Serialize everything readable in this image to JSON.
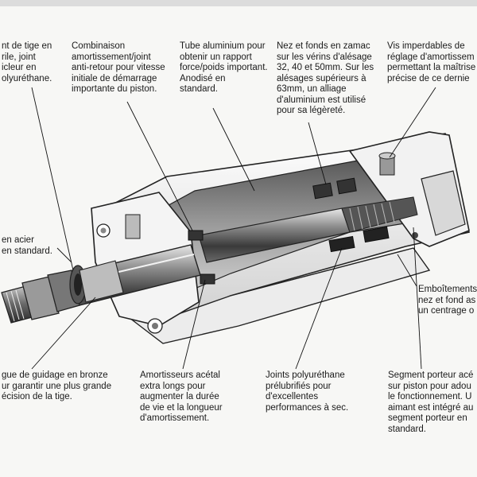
{
  "labels": {
    "tige": "nt de tige en\nrile, joint\nicleur en\nolyuréthane.",
    "combinaison": "Combinaison\namortissement/joint\nanti-retour pour vitesse\ninitiale de démarrage\nimportante du piston.",
    "tube": "Tube aluminium pour\nobtenir un rapport\nforce/poids important.\nAnodisé en\nstandard.",
    "nez": "Nez et fonds en zamac\nsur les vérins d'alésage\n32, 40 et 50mm. Sur les\nalésages supérieurs à\n63mm, un alliage\nd'aluminium est utilisé\npour sa légèreté.",
    "vis": "Vis imperdables de\nréglage d'amortissem\npermettant la maîtrise\nprécise de ce dernie",
    "acier": "en acier\nen standard.",
    "emboitements": "Emboîtements\nnez et fond as\nun centrage o",
    "bague": "gue de guidage en bronze\nur garantir une plus grande\nécision de la tige.",
    "amortisseurs": "Amortisseurs acétal\nextra longs pour\naugmenter la durée\nde vie et la longueur\nd'amortissement.",
    "joints": "Joints polyuréthane\nprélubrifiés pour\nd'excellentes\nperformances à sec.",
    "segment": "Segment porteur acé\nsur piston pour adou\nle fonctionnement. U\naimant est intégré au\nsegment porteur en\nstandard."
  }
}
